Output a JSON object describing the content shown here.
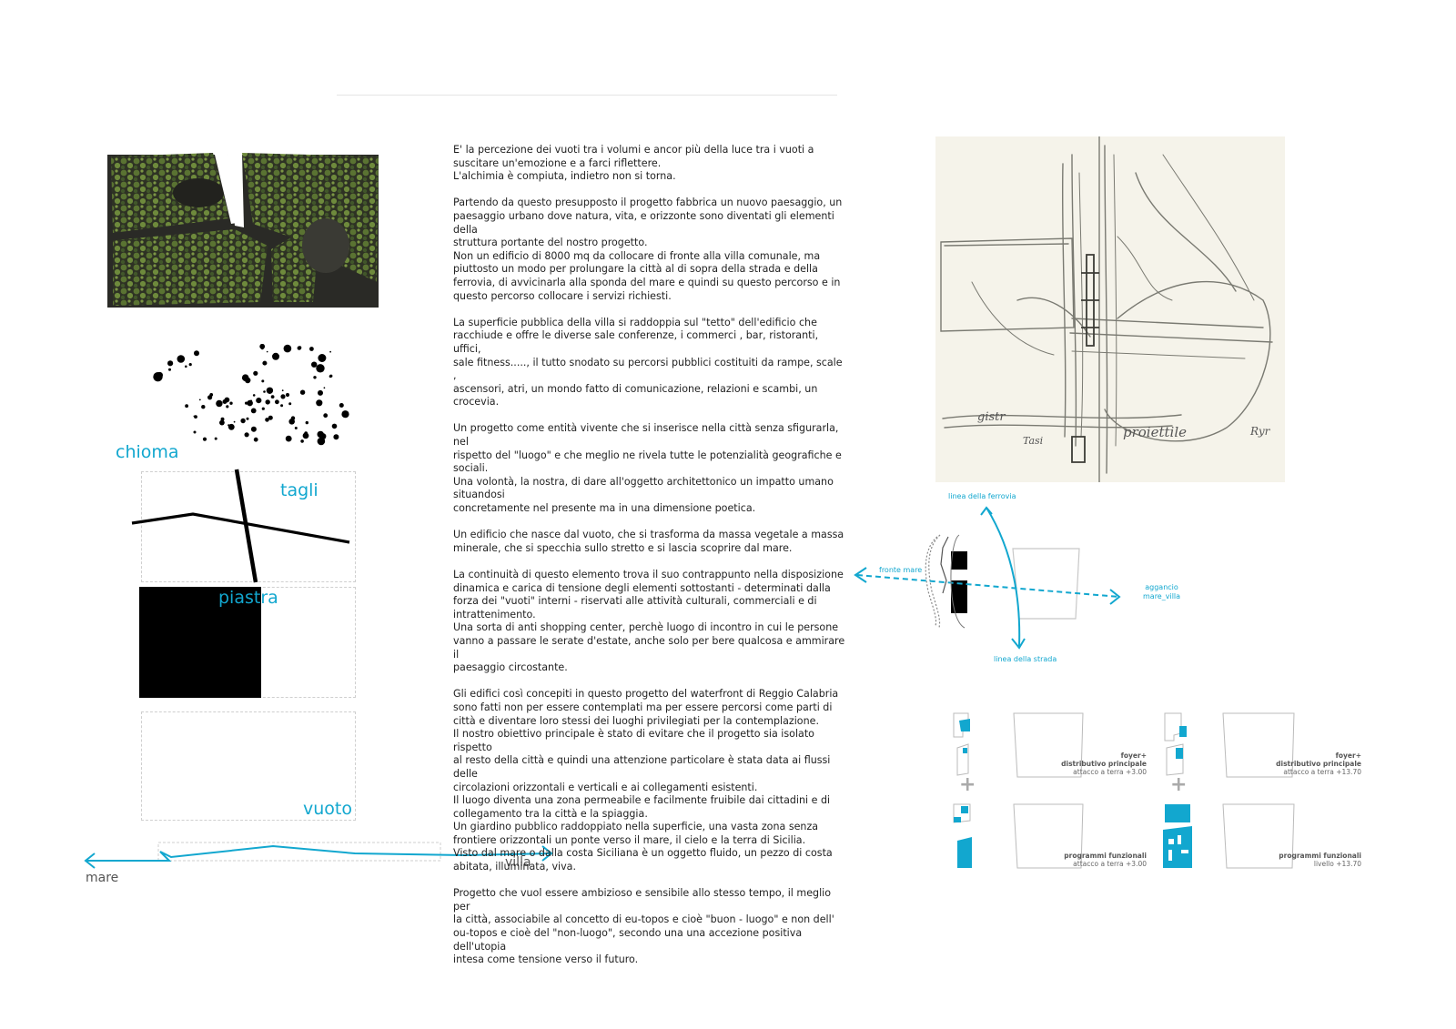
{
  "paragraphs": [
    "E' la percezione dei vuoti tra i volumi e ancor più della luce tra i vuoti a\nsuscitare un'emozione e a farci riflettere.\nL'alchimia è compiuta, indietro non si torna.",
    "Partendo da questo presupposto il progetto fabbrica un nuovo paesaggio, un\npaesaggio urbano dove natura, vita, e orizzonte sono diventati gli elementi della\nstruttura portante del nostro progetto.\nNon un edificio di 8000 mq da collocare di fronte alla villa comunale, ma\npiuttosto un modo per prolungare la città al di sopra della strada e della\nferrovia, di avvicinarla alla sponda del mare e quindi su questo percorso e in\nquesto percorso collocare i servizi richiesti.",
    "La superficie pubblica della villa si raddoppia sul \"tetto\" dell'edificio che\nracchiude e offre le diverse sale conferenze, i commerci , bar, ristoranti, uffici,\nsale fitness....., il tutto snodato su percorsi pubblici costituiti da rampe, scale ,\nascensori, atri, un mondo fatto di comunicazione, relazioni e scambi, un\ncrocevia.",
    "Un progetto come entità vivente che si inserisce nella città senza sfigurarla, nel\nrispetto del \"luogo\" e che meglio ne rivela tutte le potenzialità geografiche e\nsociali.\nUna volontà, la nostra, di dare all'oggetto architettonico un impatto umano\nsituandosi\nconcretamente nel presente ma in una dimensione poetica.",
    "Un edificio che nasce dal vuoto, che si trasforma da massa vegetale a massa\nminerale, che si specchia sullo stretto e si lascia scoprire dal mare.",
    "La continuità di questo elemento trova il suo contrappunto nella disposizione\ndinamica e carica di tensione degli elementi sottostanti - determinati dalla\nforza dei \"vuoti\" interni - riservati alle attività culturali, commerciali e di\nintrattenimento.\n Una sorta di anti shopping center, perchè luogo di incontro in cui le persone\nvanno a passare le serate d'estate, anche solo per bere qualcosa e ammirare il\npaesaggio circostante.",
    "Gli edifici così concepiti in questo progetto del waterfront di Reggio Calabria\nsono fatti non per essere contemplati ma per essere percorsi come parti di\ncittà e diventare loro stessi dei luoghi privilegiati per la contemplazione.\nIl nostro obiettivo principale è stato di evitare che il progetto sia isolato rispetto\nal resto della città e quindi una attenzione particolare è stata data ai flussi delle\ncircolazioni orizzontali e verticali e ai collegamenti esistenti.\nIl luogo diventa una zona permeabile e facilmente fruibile dai cittadini e di\ncollegamento tra la città e la spiaggia.\nUn giardino pubblico raddoppiato nella superficie, una vasta zona senza\nfrontiere orizzontali un ponte verso il mare, il cielo e la terra di Sicilia.\nVisto dal mare o dalla costa Siciliana è un oggetto fluido, un pezzo di costa\nabitata, illuminata, viva.",
    "Progetto che vuol essere ambizioso e sensibile allo stesso tempo, il meglio per\nla città, associabile al concetto di eu-topos e cioè \"buon - luogo\" e non dell'\nou-topos e cioè del \"non-luogo\", secondo una una accezione positiva dell'utopia\nintesa come tensione verso il futuro."
  ],
  "left_diagram": {
    "chioma": "chioma",
    "tagli": "tagli",
    "piastra": "piastra",
    "vuoto": "vuoto",
    "mare": "mare",
    "villa": "villa"
  },
  "site_diagram": {
    "linea_ferrovia": "linea della ferrovia",
    "fronte_mare": "fronte mare",
    "aggancio_1": "aggancio",
    "aggancio_2": "mare_villa",
    "linea_strada": "linea della strada"
  },
  "level_diagrams": {
    "left": {
      "top_title_1": "foyer+",
      "top_title_2": "distributivo principale",
      "top_sub": "attacco a terra +3.00",
      "bottom_title": "programmi funzionali",
      "bottom_sub": "attacco a terra +3.00"
    },
    "right": {
      "top_title_1": "foyer+",
      "top_title_2": "distributivo principale",
      "top_sub": "attacco a terra +13.70",
      "bottom_title": "programmi funzionali",
      "bottom_sub": "livello +13.70"
    },
    "plus": "+"
  },
  "colors": {
    "accent": "#12a7cf",
    "ink": "#000000",
    "greenery": "#4f6a2d",
    "ground": "#2a2a26"
  },
  "sketch_words": [
    "gistr",
    "Tasi",
    "proiettile",
    "Ryr"
  ]
}
